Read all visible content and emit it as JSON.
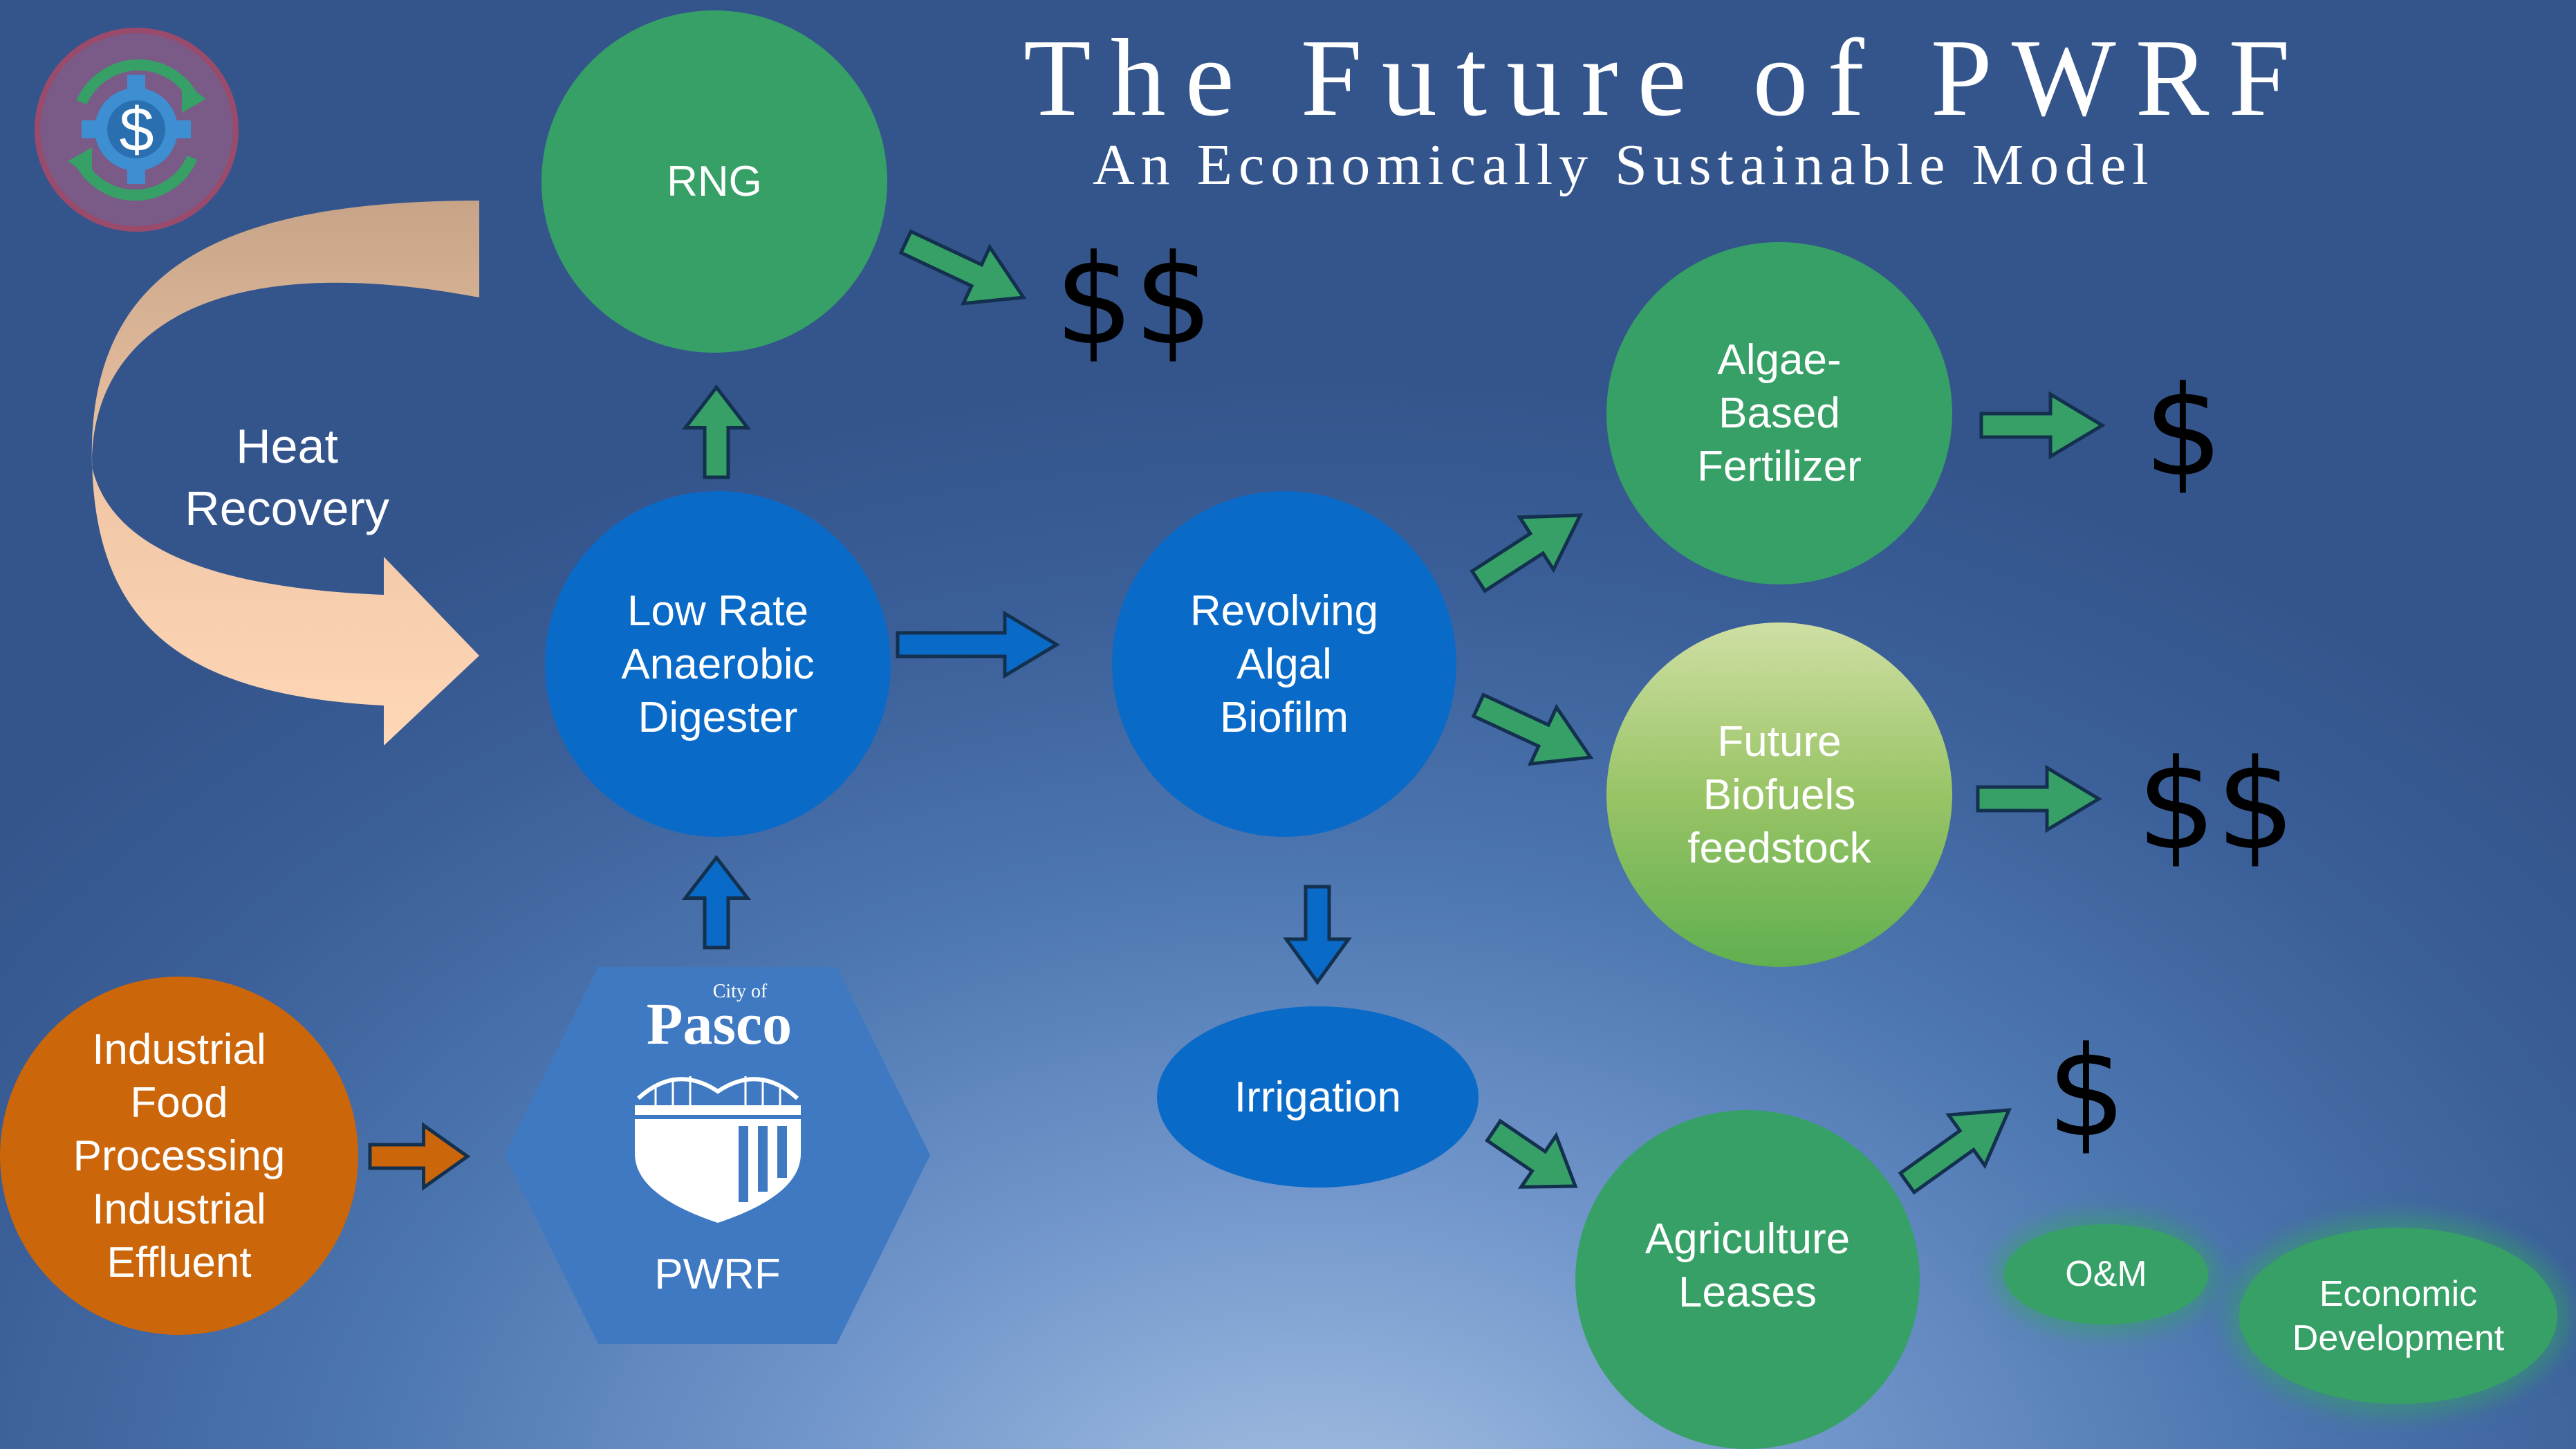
{
  "title": "The Future of PWRF",
  "subtitle": "An Economically Sustainable Model",
  "logo": {
    "icon": "gear-dollar-recycle-icon",
    "symbol": "$"
  },
  "heat_recovery": {
    "label": "Heat\nRecovery"
  },
  "nodes": {
    "rng": "RNG",
    "digester": "Low Rate\nAnaerobic\nDigester",
    "biofilm": "Revolving\nAlgal\nBiofilm",
    "fertilizer": "Algae-\nBased\nFertilizer",
    "biofuels": "Future\nBiofuels\nfeedstock",
    "irrigation": "Irrigation",
    "agriculture": "Agriculture\nLeases",
    "industrial": "Industrial\nFood\nProcessing\nIndustrial\nEffluent",
    "om": "O&M",
    "economic": "Economic\nDevelopment"
  },
  "pwrf": {
    "city_of": "City of",
    "city_name": "Pasco",
    "label": "PWRF"
  },
  "revenue": {
    "rng": "$$",
    "fertilizer": "$",
    "biofuels": "$$",
    "agriculture": "$"
  },
  "colors": {
    "green": "#36a067",
    "blue": "#0a6ac8",
    "orange": "#cc660a",
    "heat": "#f8cfae"
  }
}
